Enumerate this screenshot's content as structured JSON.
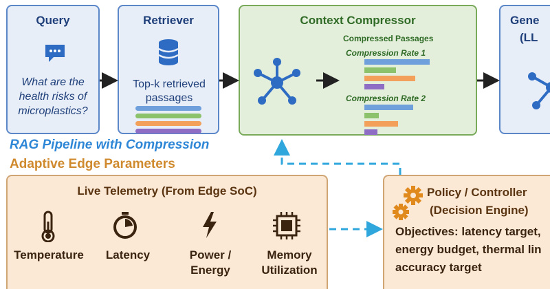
{
  "query": {
    "title": "Query",
    "icon": "chat-bubble-icon",
    "text": "What are the health risks of microplastics?"
  },
  "retriever": {
    "title": "Retriever",
    "icon": "database-icon",
    "text": "Top-k retrieved passages",
    "passage_colors": [
      "#6fa0dc",
      "#8cc26c",
      "#f2a05a",
      "#8e6dc4"
    ]
  },
  "compressor": {
    "title": "Context Compressor",
    "icon": "network-icon",
    "compressed_label": "Compressed Passages",
    "rate1_label": "Compression Rate 1",
    "rate2_label": "Compression Rate 2",
    "rate1_fill": [
      1.0,
      0.48,
      0.78,
      0.3
    ],
    "rate2_fill": [
      0.75,
      0.22,
      0.52,
      0.2
    ],
    "bar_colors": [
      "#6fa0dc",
      "#8cc26c",
      "#f2a05a",
      "#8e6dc4"
    ]
  },
  "generator": {
    "title": "Gene",
    "subtitle": "(LL",
    "icon": "network-icon"
  },
  "pipeline_label": "RAG Pipeline with Compression",
  "adaptive_label": "Adaptive Edge Parameters",
  "telemetry": {
    "title": "Live Telemetry (From Edge SoC)",
    "items": [
      {
        "label": "Temperature",
        "icon": "thermometer-icon"
      },
      {
        "label": "Latency",
        "icon": "stopwatch-icon"
      },
      {
        "label": "Power / Energy",
        "icon": "lightning-bolt-icon"
      },
      {
        "label": "Memory Utilization",
        "icon": "chip-icon"
      }
    ]
  },
  "policy": {
    "title_line1": "Policy / Controller",
    "title_line2": "(Decision Engine)",
    "icon": "gears-icon",
    "objectives": "Objectives: latency target, energy budget, thermal lin accuracy target"
  },
  "colors": {
    "blue_text": "#1f3f7a",
    "green_text": "#2f6b26",
    "brown_text": "#5a3410",
    "pipeline_label": "#2e86d6",
    "adaptive_label": "#d08a2e",
    "dashed_arrow": "#2fa6dc",
    "gear": "#e08a1e"
  }
}
